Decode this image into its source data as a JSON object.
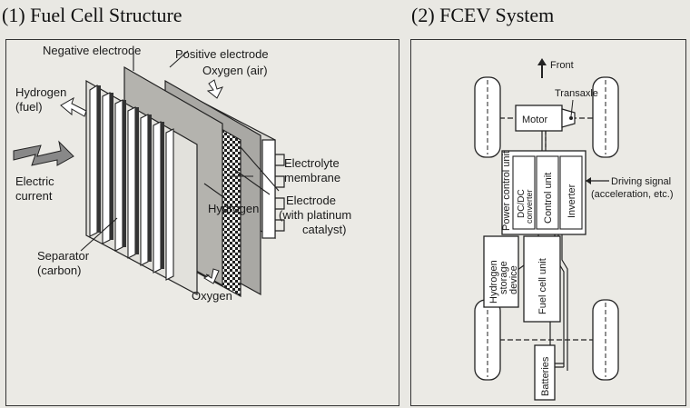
{
  "titles": {
    "left": "(1) Fuel Cell Structure",
    "right": "(2) FCEV System"
  },
  "fuel_cell": {
    "negative_electrode": "Negative electrode",
    "positive_electrode": "Positive electrode",
    "oxygen_air": "Oxygen (air)",
    "hydrogen_fuel_1": "Hydrogen",
    "hydrogen_fuel_2": "(fuel)",
    "electric_current_1": "Electric",
    "electric_current_2": "current",
    "electrolyte_1": "Electrolyte",
    "electrolyte_2": "membrane",
    "electrode_1": "Electrode",
    "electrode_2": "(with platinum",
    "electrode_3": "catalyst)",
    "hydrogen_inner": "Hydrogen",
    "separator_1": "Separator",
    "separator_2": "(carbon)",
    "oxygen_out": "Oxygen"
  },
  "fcev": {
    "front": "Front",
    "transaxle": "Transaxle",
    "motor": "Motor",
    "power_control_unit": "Power control unit",
    "dcdc_1": "DC/DC",
    "dcdc_2": "converter",
    "control_unit": "Control unit",
    "inverter": "Inverter",
    "driving_signal_1": "Driving signal",
    "driving_signal_2": "(acceleration, etc.)",
    "h2_storage_1": "Hydrogen",
    "h2_storage_2": "storage",
    "h2_storage_3": "device",
    "fuel_cell_unit": "Fuel cell unit",
    "batteries": "Batteries"
  }
}
